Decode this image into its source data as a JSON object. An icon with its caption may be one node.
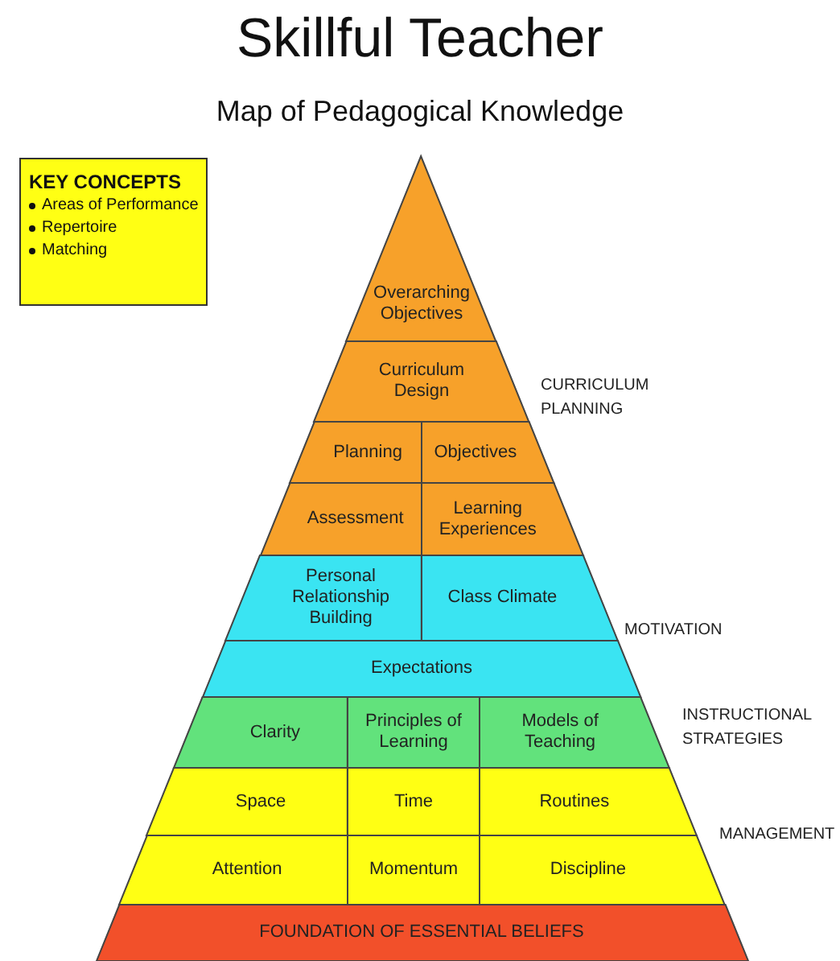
{
  "diagram": {
    "title": "Skillful Teacher",
    "caption": "Map of Pedagogical Knowledge",
    "nodes": [
      {
        "text": [
          "KEY CONCEPTS",
          "Areas of Performance",
          "Repertoire",
          "Matching"
        ]
      },
      {
        "text": [
          "Overarching Objectives"
        ]
      },
      {
        "text": [
          "Curriculum Design"
        ]
      },
      {
        "text": [
          "Planning"
        ]
      },
      {
        "text": [
          "Objectives"
        ]
      },
      {
        "text": [
          "Assessment"
        ]
      },
      {
        "text": [
          "Learning Experiences"
        ]
      },
      {
        "text": [
          "Personal Relationship Building"
        ]
      },
      {
        "text": [
          "Class Climate"
        ]
      },
      {
        "text": [
          "Expectations"
        ]
      },
      {
        "text": [
          "Clarity"
        ]
      },
      {
        "text": [
          "Principles of Learning"
        ]
      },
      {
        "text": [
          "Models of Teaching"
        ]
      },
      {
        "text": [
          "Space"
        ]
      },
      {
        "text": [
          "Time"
        ]
      },
      {
        "text": [
          "Routines"
        ]
      },
      {
        "text": [
          "Attention"
        ]
      },
      {
        "text": [
          "Momentum"
        ]
      },
      {
        "text": [
          "Discipline"
        ]
      },
      {
        "text": [
          "FOUNDATION OF ESSENTIAL BELIEFS"
        ]
      }
    ],
    "edges": [],
    "labels": [
      "CURRICULUM PLANNING",
      "MOTIVATION",
      "INSTRUCTIONAL STRATEGIES",
      "MANAGEMENT"
    ]
  }
}
